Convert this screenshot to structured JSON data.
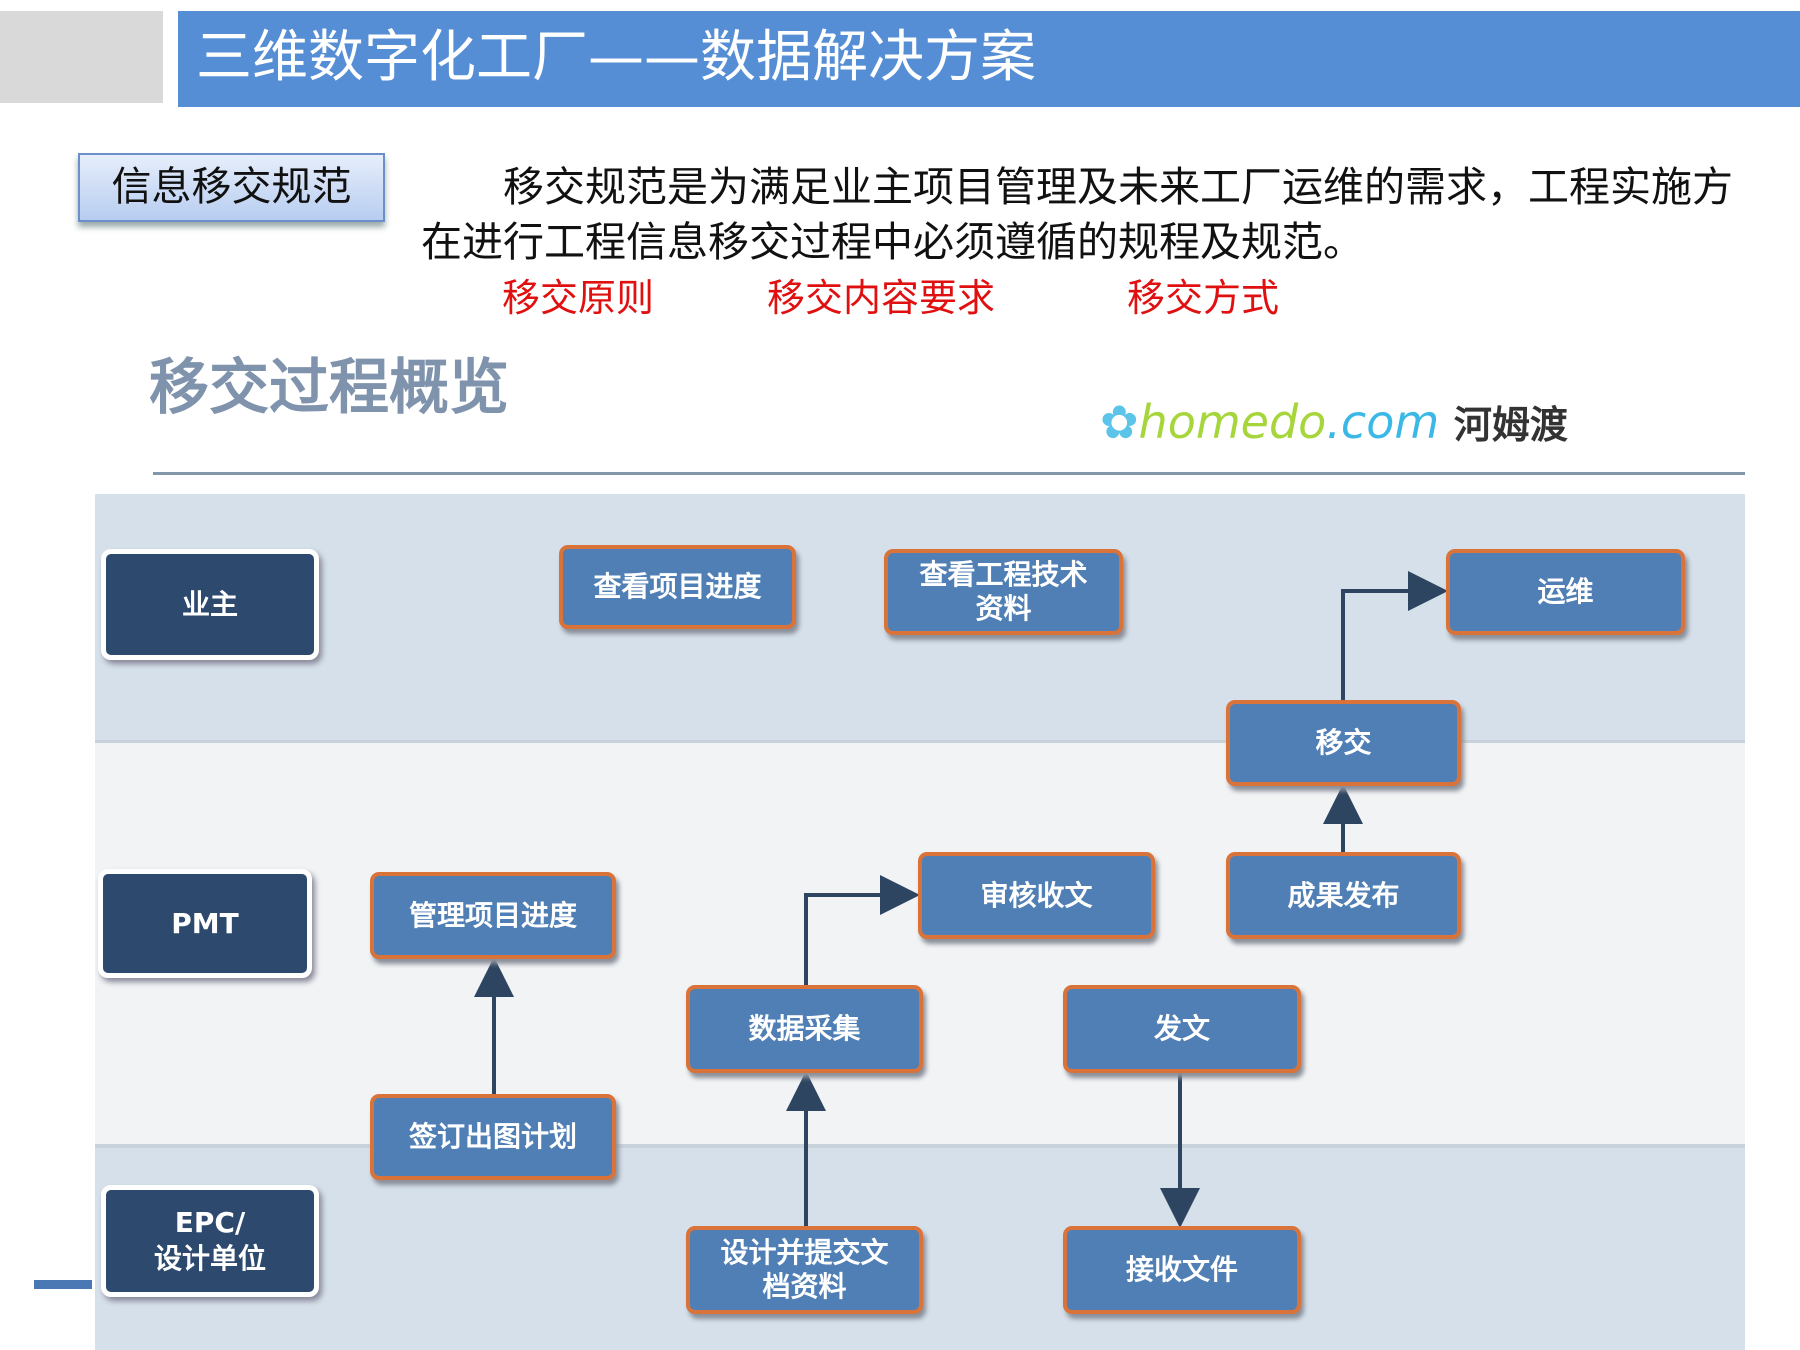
{
  "header": {
    "title": "三维数字化工厂——数据解决方案"
  },
  "section_tag": "信息移交规范",
  "description": "移交规范是为满足业主项目管理及未来工厂运维的需求，工程实施方在进行工程信息移交过程中必须遵循的规程及规范。",
  "links": [
    "移交原则",
    "移交内容要求",
    "移交方式"
  ],
  "diagram": {
    "heading": "移交过程概览",
    "lanes": [
      "业主",
      "PMT",
      "EPC/\n设计单位"
    ],
    "boxes": {
      "view_progress": "查看项目进度",
      "view_tech_docs": "查看工程技术资料",
      "operations": "运维",
      "handover": "移交",
      "publish_results": "成果发布",
      "review_receive": "审核收文",
      "manage_progress": "管理项目进度",
      "data_collection": "数据采集",
      "send_docs": "发文",
      "sign_drawing_plan": "签订出图计划",
      "design_submit": "设计并提交文档资料",
      "receive_files": "接收文件"
    }
  },
  "watermark": {
    "brand": "homedo",
    "domain": ".com",
    "cn": "河姆渡",
    "icon": "flower-icon"
  }
}
